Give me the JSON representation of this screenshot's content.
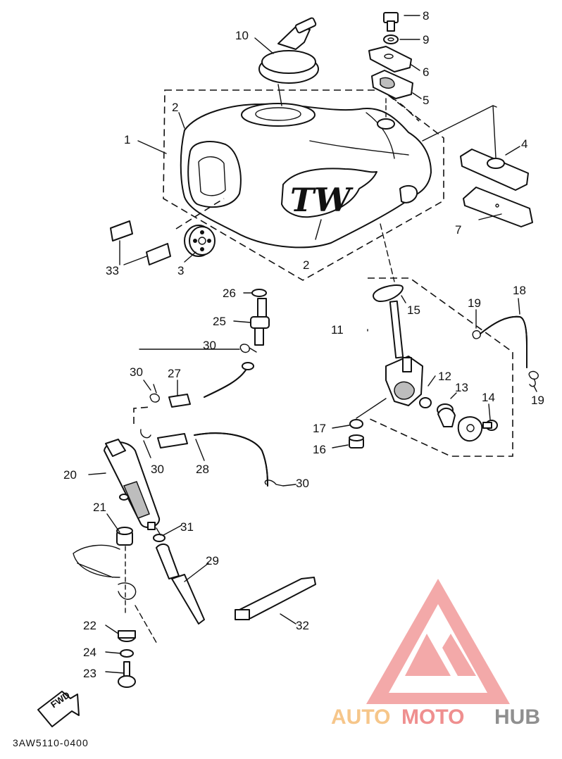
{
  "diagram": {
    "parts": [
      {
        "id": "1",
        "label": "1"
      },
      {
        "id": "2a",
        "label": "2"
      },
      {
        "id": "2b",
        "label": "2"
      },
      {
        "id": "3",
        "label": "3"
      },
      {
        "id": "4",
        "label": "4"
      },
      {
        "id": "5",
        "label": "5"
      },
      {
        "id": "6",
        "label": "6"
      },
      {
        "id": "7",
        "label": "7"
      },
      {
        "id": "8",
        "label": "8"
      },
      {
        "id": "9",
        "label": "9"
      },
      {
        "id": "10",
        "label": "10"
      },
      {
        "id": "11",
        "label": "11"
      },
      {
        "id": "12",
        "label": "12"
      },
      {
        "id": "13",
        "label": "13"
      },
      {
        "id": "14",
        "label": "14"
      },
      {
        "id": "15",
        "label": "15"
      },
      {
        "id": "16",
        "label": "16"
      },
      {
        "id": "17",
        "label": "17"
      },
      {
        "id": "18",
        "label": "18"
      },
      {
        "id": "19a",
        "label": "19"
      },
      {
        "id": "19b",
        "label": "19"
      },
      {
        "id": "20",
        "label": "20"
      },
      {
        "id": "21",
        "label": "21"
      },
      {
        "id": "22",
        "label": "22"
      },
      {
        "id": "23",
        "label": "23"
      },
      {
        "id": "24",
        "label": "24"
      },
      {
        "id": "25",
        "label": "25"
      },
      {
        "id": "26",
        "label": "26"
      },
      {
        "id": "27",
        "label": "27"
      },
      {
        "id": "28",
        "label": "28"
      },
      {
        "id": "29",
        "label": "29"
      },
      {
        "id": "30a",
        "label": "30"
      },
      {
        "id": "30b",
        "label": "30"
      },
      {
        "id": "30c",
        "label": "30"
      },
      {
        "id": "30d",
        "label": "30"
      },
      {
        "id": "31",
        "label": "31"
      },
      {
        "id": "32",
        "label": "32"
      },
      {
        "id": "33",
        "label": "33"
      }
    ],
    "tank_logo": "TW",
    "fwd_label": "FWD",
    "diagram_code": "3AW5110-0400"
  },
  "watermark": {
    "part1": "AUTO",
    "part2": "MOTO",
    "part3": "HUB",
    "colors": {
      "auto": "#f6c68a",
      "moto": "#ef8f8f",
      "hub": "#8f8f8f",
      "triangle": "#f2a0a0"
    }
  }
}
